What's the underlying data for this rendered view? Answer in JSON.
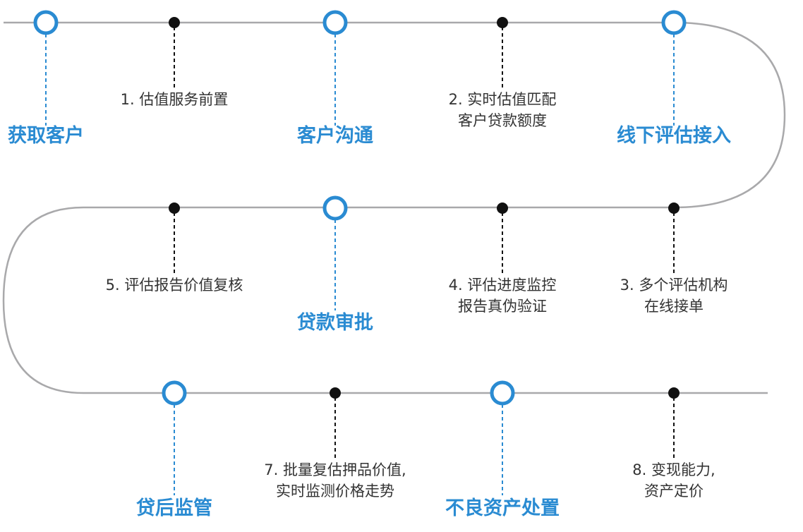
{
  "colors": {
    "line": "#a9a9ab",
    "blue": "#2a8bd2",
    "dot": "#111111",
    "text": "#333333"
  },
  "stages": [
    {
      "name": "stage-get-customer",
      "label": "获取客户"
    },
    {
      "name": "stage-customer-communication",
      "label": "客户沟通"
    },
    {
      "name": "stage-offline-eval-access",
      "label": "线下评估接入"
    },
    {
      "name": "stage-loan-approval",
      "label": "贷款审批"
    },
    {
      "name": "stage-post-loan-supervision",
      "label": "贷后监管"
    },
    {
      "name": "stage-bad-asset-disposal",
      "label": "不良资产处置"
    }
  ],
  "steps": [
    {
      "name": "step-1",
      "lines": [
        "1. 估值服务前置"
      ]
    },
    {
      "name": "step-2",
      "lines": [
        "2. 实时估值匹配",
        "客户贷款额度"
      ]
    },
    {
      "name": "step-3",
      "lines": [
        "3. 多个评估机构",
        "在线接单"
      ]
    },
    {
      "name": "step-4",
      "lines": [
        "4. 评估进度监控",
        "报告真伪验证"
      ]
    },
    {
      "name": "step-5",
      "lines": [
        "5. 评估报告价值复核"
      ]
    },
    {
      "name": "step-7",
      "lines": [
        "7. 批量复估押品价值,",
        "实时监测价格走势"
      ]
    },
    {
      "name": "step-8",
      "lines": [
        "8. 变现能力,",
        "资产定价"
      ]
    }
  ]
}
